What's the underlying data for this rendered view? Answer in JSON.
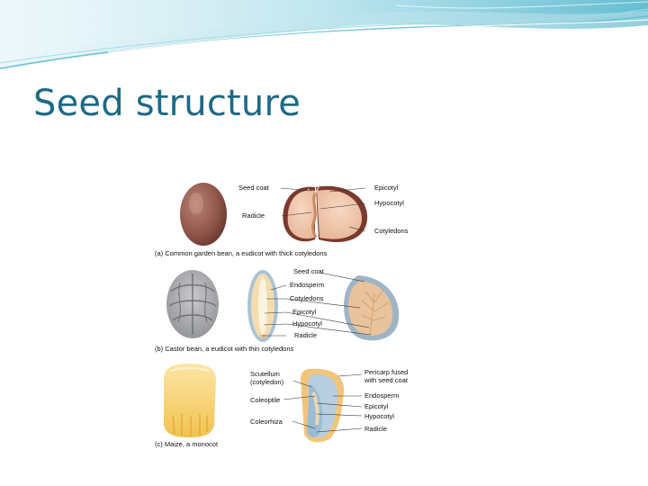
{
  "slide": {
    "title": "Seed structure",
    "theme_colors": {
      "title": "#1d6a86",
      "banner": "#4fb3c8"
    }
  },
  "figure": {
    "panel_a": {
      "caption": "(a) Common garden bean, a eudicot with thick cotyledons",
      "labels": {
        "seed_coat": "Seed coat",
        "radicle": "Radicle",
        "epicotyl": "Epicotyl",
        "hypocotyl": "Hypocotyl",
        "cotyledons": "Cotyledons"
      }
    },
    "panel_b": {
      "caption": "(b) Castor bean, a eudicot with thin cotyledons",
      "labels": {
        "seed_coat": "Seed coat",
        "endosperm": "Endosperm",
        "cotyledons": "Cotyledons",
        "epicotyl": "Epicotyl",
        "hypocotyl": "Hypocotyl",
        "radicle": "Radicle"
      }
    },
    "panel_c": {
      "caption": "(c) Maize, a monocot",
      "labels": {
        "scutellum": "Scutellum",
        "scutellum_sub": "(cotyledon)",
        "coleoptile": "Coleoptile",
        "coleorhiza": "Coleorhiza",
        "pericarp_1": "Pericarp fused",
        "pericarp_2": "with seed coat",
        "endosperm": "Endosperm",
        "epicotyl": "Epicotyl",
        "hypocotyl": "Hypocotyl",
        "radicle": "Radicle"
      }
    }
  }
}
